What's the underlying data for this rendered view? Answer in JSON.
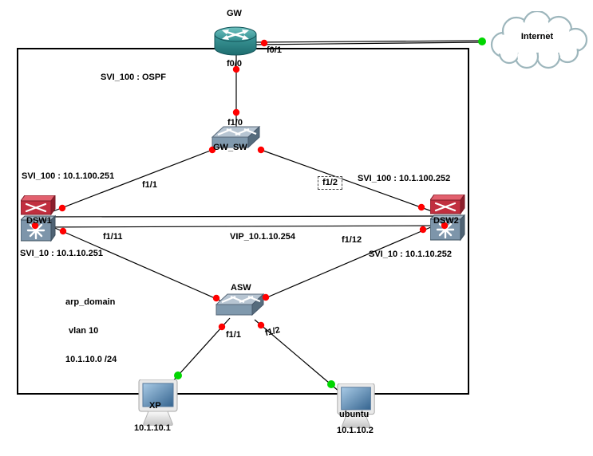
{
  "diagram": {
    "title_hint": "GNS3-style network topology",
    "nodes": {
      "gw": {
        "label": "GW"
      },
      "internet": {
        "label": "Internet"
      },
      "gw_sw": {
        "label": "GW_SW"
      },
      "dsw1": {
        "label": "DSW1"
      },
      "dsw2": {
        "label": "DSW2"
      },
      "asw": {
        "label": "ASW"
      },
      "xp": {
        "label": "XP",
        "ip": "10.1.10.1"
      },
      "ubuntu": {
        "label": "ubuntu",
        "ip": "10.1.10.2"
      }
    },
    "ports": {
      "gw_f0_1": "f0/1",
      "gw_f0_0": "f0/0",
      "gwsw_f1_0": "f1/0",
      "gwsw_f1_1": "f1/1",
      "gwsw_f1_2": "f1/2",
      "dsw1_f1_11": "f1/11",
      "dsw2_f1_12": "f1/12",
      "asw_f1_1": "f1/1",
      "asw_f1_2": "f1/2"
    },
    "annotations": {
      "svi100_ospf": "SVI_100 : OSPF",
      "svi100_dsw1": "SVI_100 : 10.1.100.251",
      "svi100_dsw2": "SVI_100 : 10.1.100.252",
      "svi10_dsw1": "SVI_10 : 10.1.10.251",
      "svi10_dsw2": "SVI_10 : 10.1.10.252",
      "vip": "VIP_10.1.10.254",
      "arp_line1": "arp_domain",
      "arp_line2": "vlan 10",
      "arp_line3": "10.1.10.0 /24"
    },
    "colors": {
      "status_red": "#ff0000",
      "status_green": "#00d600",
      "router_teal": "#2e8b8d",
      "switch_blue_gray": "#8099ad",
      "dsw_red": "#c12f3f",
      "cloud_stroke": "#9db6bc",
      "screen_blue": "#4a7fb0",
      "line_black": "#000000"
    }
  }
}
